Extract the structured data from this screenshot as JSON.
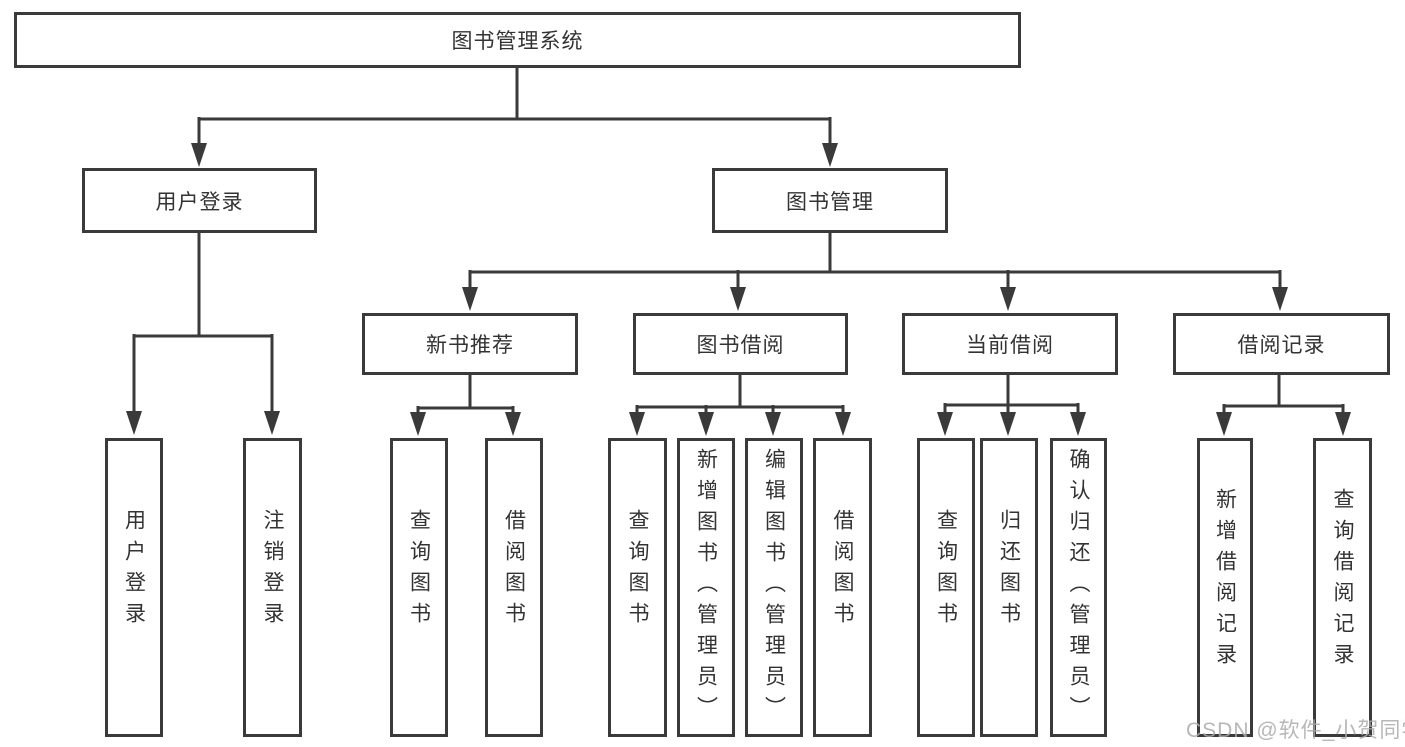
{
  "diagram": {
    "title": "图书管理系统",
    "root": {
      "label": "图书管理系统"
    },
    "branches": [
      {
        "label": "用户登录",
        "children": [
          {
            "label": "用户登录"
          },
          {
            "label": "注销登录"
          }
        ]
      },
      {
        "label": "图书管理",
        "children": [
          {
            "label": "新书推荐",
            "children": [
              {
                "label": "查询图书"
              },
              {
                "label": "借阅图书"
              }
            ]
          },
          {
            "label": "图书借阅",
            "children": [
              {
                "label": "查询图书"
              },
              {
                "label": "新增图书（管理员）"
              },
              {
                "label": "编辑图书（管理员）"
              },
              {
                "label": "借阅图书"
              }
            ]
          },
          {
            "label": "当前借阅",
            "children": [
              {
                "label": "查询图书"
              },
              {
                "label": "归还图书"
              },
              {
                "label": "确认归还（管理员）"
              }
            ]
          },
          {
            "label": "借阅记录",
            "children": [
              {
                "label": "新增借阅记录"
              },
              {
                "label": "查询借阅记录"
              }
            ]
          }
        ]
      }
    ]
  },
  "watermark": {
    "text": "CSDN @软件_小贺同学"
  },
  "colors": {
    "line": "#3a3a3a",
    "text": "#333333",
    "background": "#ffffff",
    "watermark": "#ababab"
  }
}
